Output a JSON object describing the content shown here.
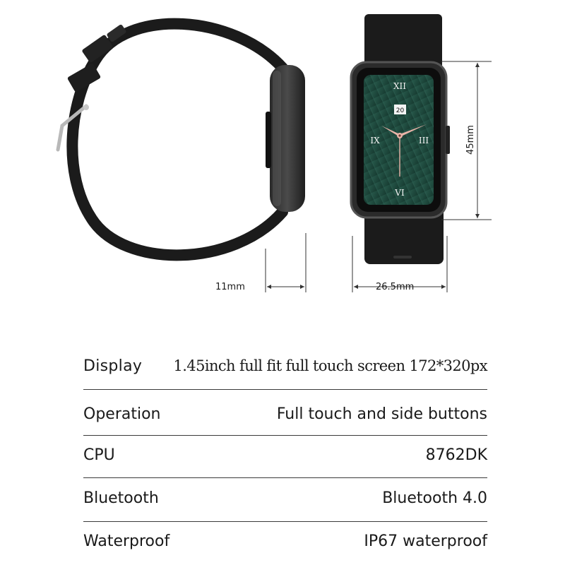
{
  "dimensions": {
    "thickness": "11mm",
    "width": "26.5mm",
    "height": "45mm"
  },
  "watch_face": {
    "numeral_top": "XII",
    "numeral_left": "IX",
    "numeral_right": "III",
    "numeral_bottom": "VI",
    "date": "20",
    "colors": {
      "dial": "#1f4a3e",
      "hands": "#e8b4a8",
      "strap": "#1b1b1b"
    }
  },
  "specs": [
    {
      "label": "Display",
      "value": "1.45inch full fit full touch screen  172*320px"
    },
    {
      "label": "Operation",
      "value": "Full touch and side buttons"
    },
    {
      "label": "CPU",
      "value": "8762DK"
    },
    {
      "label": "Bluetooth",
      "value": "Bluetooth 4.0"
    },
    {
      "label": "Waterproof",
      "value": "IP67 waterproof"
    }
  ]
}
